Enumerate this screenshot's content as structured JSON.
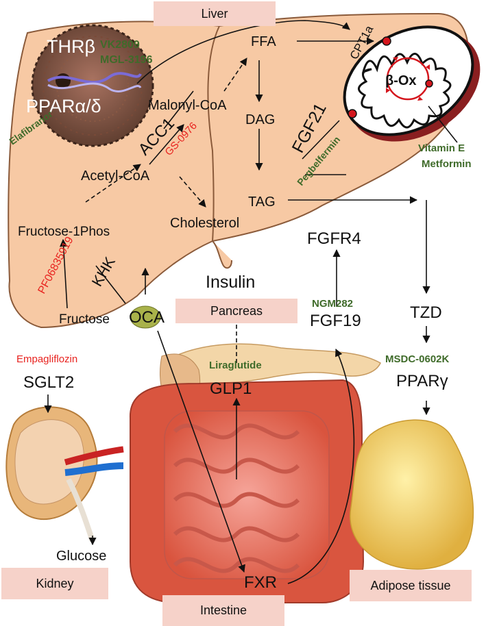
{
  "labels": {
    "liver": "Liver",
    "pancreas": "Pancreas",
    "kidney": "Kidney",
    "intestine": "Intestine",
    "adipose": "Adipose tissue"
  },
  "nodes": {
    "thrb": "THRβ",
    "ppar_ad": "PPARα/δ",
    "malonyl": "Malonyl-CoA",
    "acc1": "ACC1",
    "acetyl": "Acetyl-CoA",
    "fructose1p": "Fructose-1Phos",
    "khk": "KHK",
    "fructose": "Fructose",
    "cholesterol": "Cholesterol",
    "ffa": "FFA",
    "dag": "DAG",
    "tag": "TAG",
    "fgf21": "FGF21",
    "cpt1a": "CPT1a",
    "box": "β-Ox",
    "fgfr4": "FGFR4",
    "insulin": "Insulin",
    "oca": "OCA",
    "fgf19": "FGF19",
    "tzd": "TZD",
    "pparg": "PPARγ",
    "sglt2": "SGLT2",
    "glp1": "GLP1",
    "fxr": "FXR",
    "glucose": "Glucose"
  },
  "drugs": {
    "vk2809": "VK2809",
    "mgl3196": "MGL-3196",
    "elafibranor": "Elafibranor",
    "gs0976": "GS-0976",
    "pf": "PF06835919",
    "pegbelfermin": "Pegbelfermin",
    "vitamin_e": "Vitamin E",
    "metformin": "Metformin",
    "ngm282": "NGM282",
    "msdc": "MSDC-0602K",
    "empagliflozin": "Empagliflozin",
    "liraglutide": "Liraglutide"
  },
  "colors": {
    "liver_fill": "#f7c9a4",
    "liver_stroke": "#8a5a3a",
    "label_box": "#f6d2c9",
    "drug_green": "#3f6b2a",
    "drug_red": "#e8231f",
    "mito_red": "#c0141c"
  }
}
